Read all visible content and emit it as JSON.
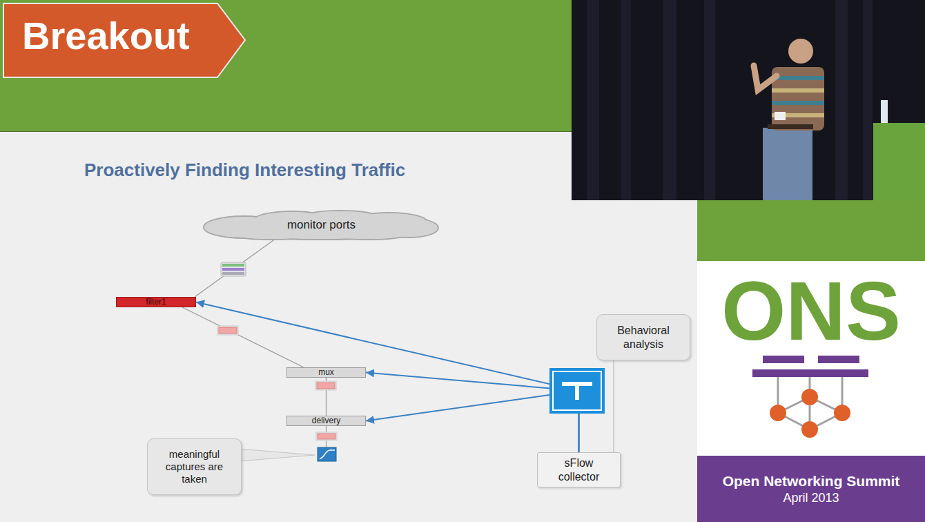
{
  "diagram": {
    "title": "Proactively Finding Interesting Traffic",
    "nodes": [
      {
        "text": [
          "monitor ports"
        ]
      },
      {
        "text": [
          "filter1"
        ]
      },
      {
        "text": [
          "Behavioral analysis"
        ]
      },
      {
        "text": [
          "mux"
        ]
      },
      {
        "text": [
          "delivery"
        ]
      },
      {
        "text": [
          "meaningful captures are taken"
        ]
      },
      {
        "text": [
          "sFlow collector"
        ]
      }
    ],
    "edges": [
      {
        "from": 0,
        "to": 1,
        "arrow": "none"
      },
      {
        "from": 1,
        "to": 3,
        "arrow": "none"
      },
      {
        "from": 3,
        "to": 4,
        "arrow": "none"
      },
      {
        "from": 2,
        "to": 6,
        "arrow": "none"
      },
      {
        "from": 6,
        "to": 1,
        "arrow": "to"
      },
      {
        "from": 6,
        "to": 3,
        "arrow": "to"
      },
      {
        "from": 6,
        "to": 4,
        "arrow": "to"
      }
    ],
    "labels": [
      "Breakout",
      "ONS",
      "Open Networking Summit",
      "April 2013"
    ]
  }
}
